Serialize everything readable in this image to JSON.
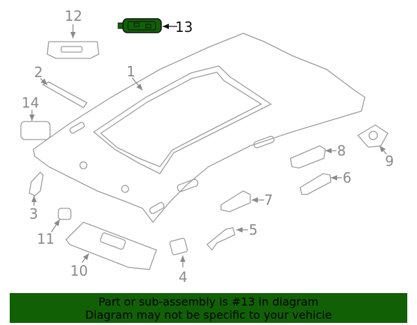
{
  "diagram": {
    "highlight_color": "#116006",
    "callouts": [
      {
        "id": "12",
        "label": "12"
      },
      {
        "id": "13",
        "label": "13",
        "highlighted": true
      },
      {
        "id": "1",
        "label": "1"
      },
      {
        "id": "2",
        "label": "2"
      },
      {
        "id": "14",
        "label": "14"
      },
      {
        "id": "8",
        "label": "8"
      },
      {
        "id": "9",
        "label": "9"
      },
      {
        "id": "6",
        "label": "6"
      },
      {
        "id": "7",
        "label": "7"
      },
      {
        "id": "3",
        "label": "3"
      },
      {
        "id": "5",
        "label": "5"
      },
      {
        "id": "11",
        "label": "11"
      },
      {
        "id": "10",
        "label": "10"
      },
      {
        "id": "4",
        "label": "4"
      }
    ]
  },
  "banner": {
    "line1": "Part or sub-assembly is #13 in diagram",
    "line2": "Diagram may not be specific to your vehicle"
  }
}
